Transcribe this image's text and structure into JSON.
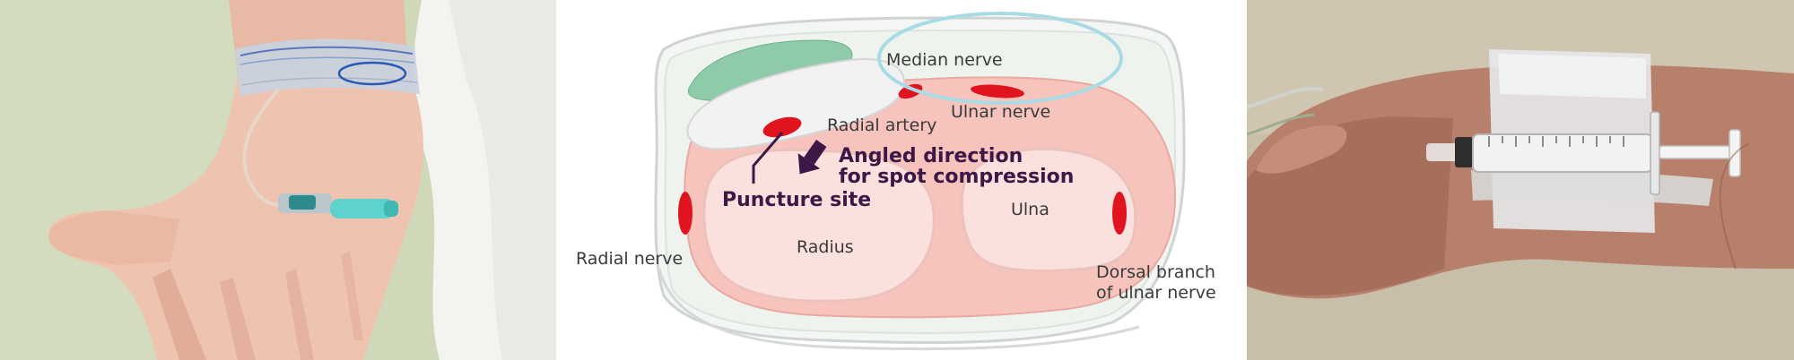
{
  "diagram": {
    "labels": {
      "median_nerve": "Median nerve",
      "ulnar_nerve": "Ulnar nerve",
      "radial_artery": "Radial artery",
      "angled_direction_line1": "Angled direction",
      "angled_direction_line2": "for spot compression",
      "puncture_site": "Puncture site",
      "ulna": "Ulna",
      "radius": "Radius",
      "radial_nerve": "Radial nerve",
      "dorsal_branch_line1": "Dorsal branch",
      "dorsal_branch_line2": "of ulnar nerve"
    },
    "colors": {
      "bone_fill": "#f6c3bd",
      "vessel_red": "#e0141e",
      "tendon_green": "#8fcaa9",
      "compression_ring": "#a8dbe3",
      "label_dark": "#3d1745"
    }
  }
}
